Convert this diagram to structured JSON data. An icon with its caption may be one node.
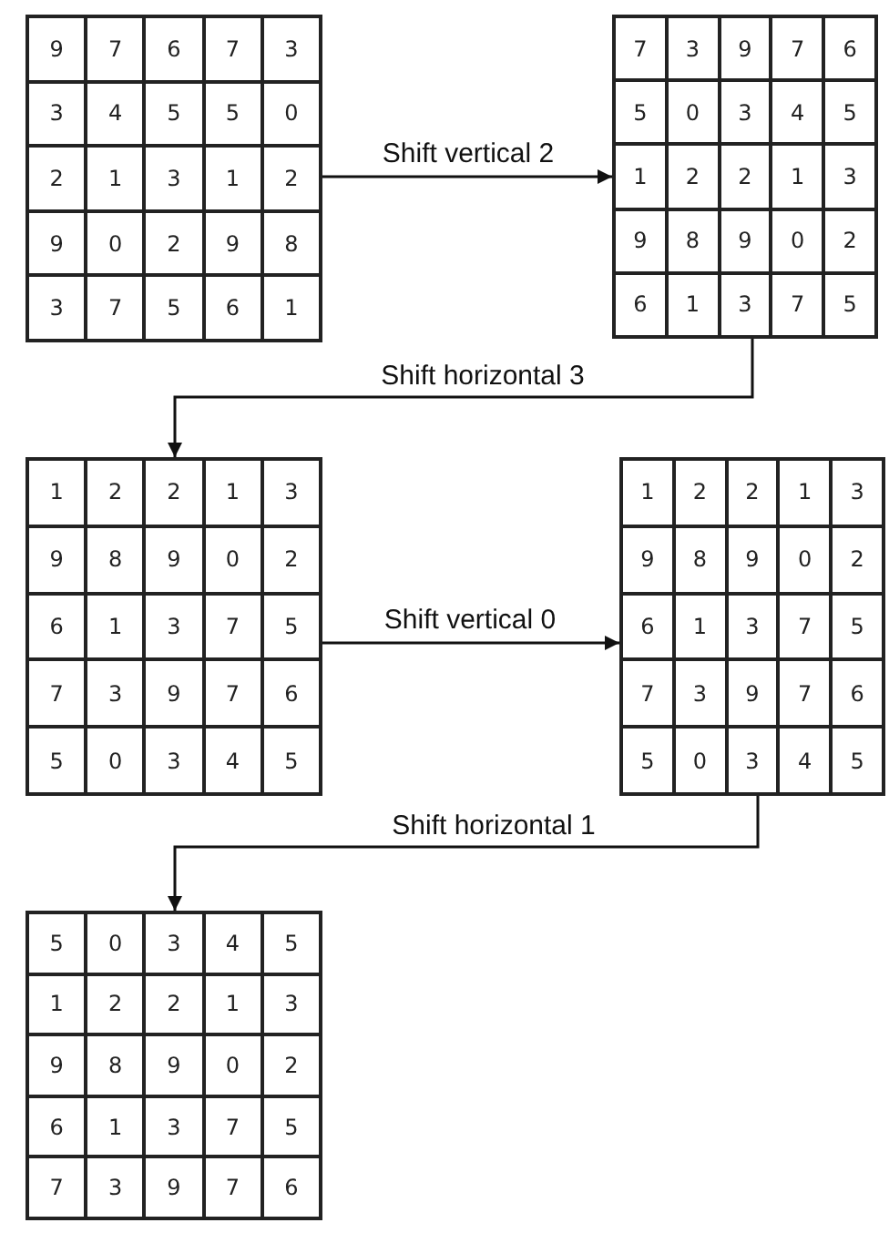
{
  "diagram": {
    "nodes": [
      {
        "text": [
          "9",
          "7",
          "6",
          "7",
          "3",
          "3",
          "4",
          "5",
          "5",
          "0",
          "2",
          "1",
          "3",
          "1",
          "2",
          "9",
          "0",
          "2",
          "9",
          "8",
          "3",
          "7",
          "5",
          "6",
          "1"
        ]
      },
      {
        "text": [
          "7",
          "3",
          "9",
          "7",
          "6",
          "5",
          "0",
          "3",
          "4",
          "5",
          "1",
          "2",
          "2",
          "1",
          "3",
          "9",
          "8",
          "9",
          "0",
          "2",
          "6",
          "1",
          "3",
          "7",
          "5"
        ]
      },
      {
        "text": [
          "1",
          "2",
          "2",
          "1",
          "3",
          "9",
          "8",
          "9",
          "0",
          "2",
          "6",
          "1",
          "3",
          "7",
          "5",
          "7",
          "3",
          "9",
          "7",
          "6",
          "5",
          "0",
          "3",
          "4",
          "5"
        ]
      },
      {
        "text": [
          "1",
          "2",
          "2",
          "1",
          "3",
          "9",
          "8",
          "9",
          "0",
          "2",
          "6",
          "1",
          "3",
          "7",
          "5",
          "7",
          "3",
          "9",
          "7",
          "6",
          "5",
          "0",
          "3",
          "4",
          "5"
        ]
      },
      {
        "text": [
          "5",
          "0",
          "3",
          "4",
          "5",
          "1",
          "2",
          "2",
          "1",
          "3",
          "9",
          "8",
          "9",
          "0",
          "2",
          "6",
          "1",
          "3",
          "7",
          "5",
          "7",
          "3",
          "9",
          "7",
          "6"
        ]
      }
    ],
    "edges": [
      {
        "from": 0,
        "to": 1,
        "arrow": "to",
        "label": "Shift vertical 2"
      },
      {
        "from": 1,
        "to": 2,
        "arrow": "to",
        "label": "Shift horizontal 3"
      },
      {
        "from": 2,
        "to": 3,
        "arrow": "to",
        "label": "Shift vertical 0"
      },
      {
        "from": 3,
        "to": 4,
        "arrow": "to",
        "label": "Shift horizontal 1"
      }
    ]
  }
}
